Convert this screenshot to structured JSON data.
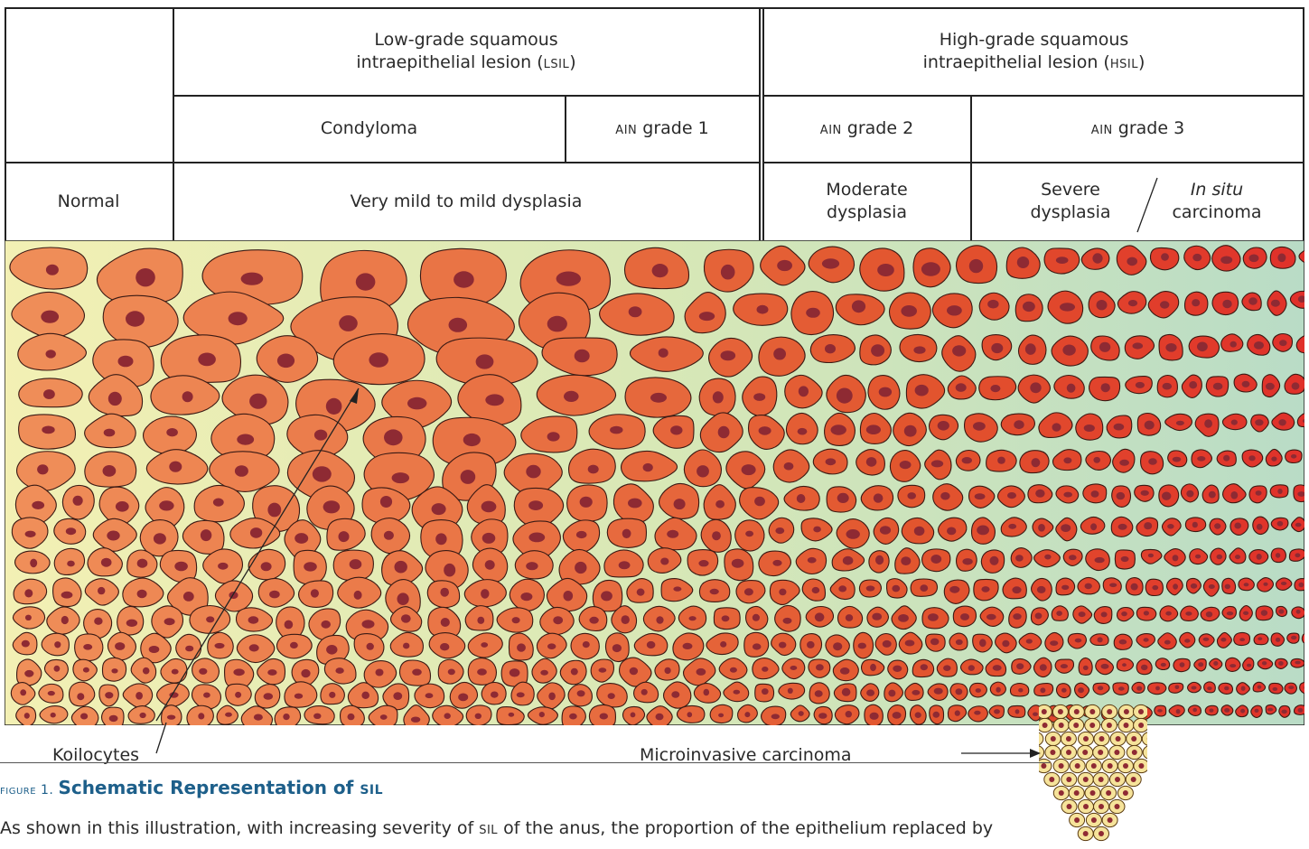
{
  "header": {
    "lsil_title": "Low-grade squamous",
    "lsil_title2a": "intraepithelial lesion (",
    "lsil_abbr": "LSIL",
    "lsil_title2b": ")",
    "hsil_title": "High-grade squamous",
    "hsil_title2a": "intraepithelial lesion (",
    "hsil_abbr": "HSIL",
    "hsil_title2b": ")",
    "condyloma": "Condyloma",
    "ain": "AIN",
    "ain1_suffix": " grade 1",
    "ain2_suffix": " grade 2",
    "ain3_suffix": " grade 3",
    "normal": "Normal",
    "mild": "Very mild to mild dysplasia",
    "moderate1": "Moderate",
    "moderate2": "dysplasia",
    "severe1": "Severe",
    "severe2": "dysplasia",
    "insitu1": "In situ",
    "insitu2": "carcinoma"
  },
  "labels": {
    "koilocytes": "Koilocytes",
    "microinvasive": "Microinvasive carcinoma"
  },
  "caption": {
    "figure_number": "FIGURE 1.",
    "title_a": "Schematic Representation of ",
    "title_abbr": "SIL",
    "body_a": "As shown in this illustration, with increasing severity of ",
    "body_abbr": "SIL",
    "body_b": " of the anus, the proportion of the epithelium replaced by"
  },
  "colors": {
    "normal_cell": "#f0905a",
    "dysplastic_cell": "#e2552e",
    "carcinoma_cell": "#e0302a",
    "nucleus": "#8e2a33",
    "background_left": "#f3f0b4",
    "background_right": "#bfe0c8",
    "invasive_cell": "#f6e39a",
    "caption_accent": "#1d5f8a"
  }
}
